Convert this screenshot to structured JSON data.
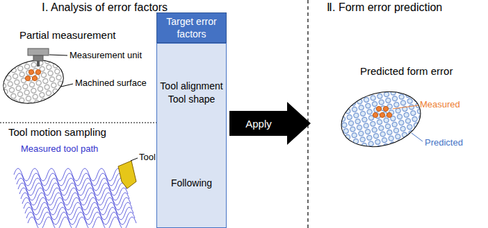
{
  "diagram": {
    "nodes": [
      {
        "text": [
          "Target error factors"
        ]
      },
      {
        "text": [
          "Tool alignment Tool shape",
          "Following"
        ]
      },
      {
        "text": [
          "Apply"
        ]
      }
    ],
    "labels": [
      "Ⅰ. Analysis of error factors",
      "Ⅱ. Form error prediction",
      "Partial measurement",
      "Measurement unit",
      "Machined surface",
      "Tool motion sampling",
      "Measured tool path",
      "Tool",
      "Predicted form error",
      "Measured",
      "Predicted"
    ]
  }
}
